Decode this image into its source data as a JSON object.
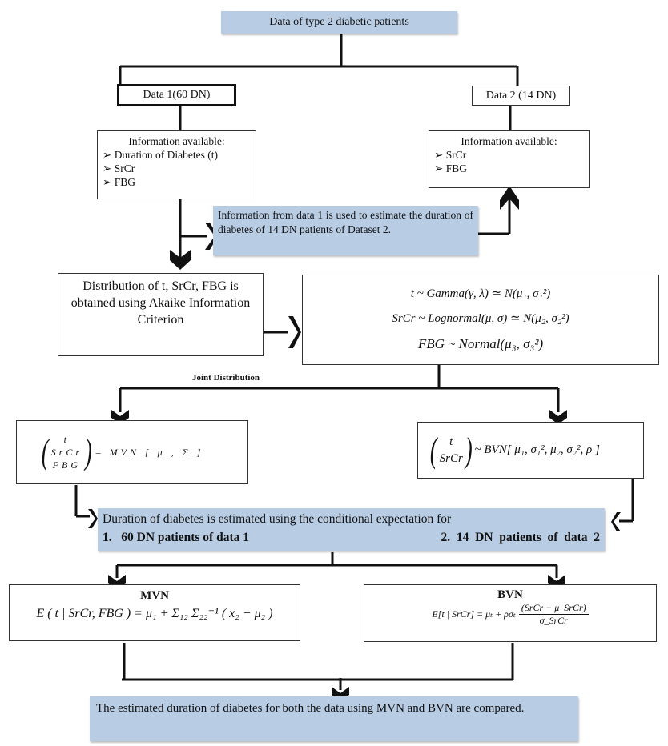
{
  "title_box": "Data of type 2 diabetic patients",
  "data1": {
    "label": "Data 1(60 DN)",
    "info_heading": "Information available:",
    "items": [
      "Duration of Diabetes (t)",
      "SrCr",
      "FBG"
    ]
  },
  "data2": {
    "label": "Data 2 (14 DN)",
    "info_heading": "Information available:",
    "items": [
      "SrCr",
      "FBG"
    ]
  },
  "transfer_note": "Information from data 1 is used to estimate the duration of diabetes of 14 DN patients of Dataset 2.",
  "aic_box": "Distribution of t, SrCr, FBG is obtained using Akaike Information Criterion",
  "distributions": {
    "line1": "t ~ Gamma(γ, λ) ≃ N(μ₁, σ₁²)",
    "line2": "SrCr ~ Lognormal(μ, σ) ≃ N(μ₂, σ₂²)",
    "line3": "FBG ~ Normal(μ₃, σ₃²)"
  },
  "joint_label": "Joint Distribution",
  "mvn_joint": {
    "vector": [
      "t",
      "SrCr",
      "FBG"
    ],
    "rhs": "– MVN [ μ , Σ ]"
  },
  "bvn_joint": {
    "vector": [
      "t",
      "SrCr"
    ],
    "rhs": "~ BVN[ μ₁, σ₁², μ₂, σ₂², ρ ]"
  },
  "conditional": {
    "line1": "Duration of diabetes is estimated using the conditional expectation for",
    "item1": "1.   60 DN patients of data 1",
    "item2": "2.  14  DN  patients  of  data  2"
  },
  "mvn_result": {
    "title": "MVN",
    "formula": "E ( t | SrCr, FBG ) = μ₁ + Σ₁₂ Σ₂₂⁻¹ ( x₂ − μ₂ )"
  },
  "bvn_result": {
    "title": "BVN",
    "lhs": "E[t | SrCr] = μₜ + ρσₜ",
    "numerator": "(SrCr − μ_SrCr)",
    "denominator": "σ_SrCr"
  },
  "final_box": "The estimated duration of diabetes for both the data using MVN and BVN are compared.",
  "colors": {
    "highlight": "#b8cce4",
    "line": "#111111"
  }
}
